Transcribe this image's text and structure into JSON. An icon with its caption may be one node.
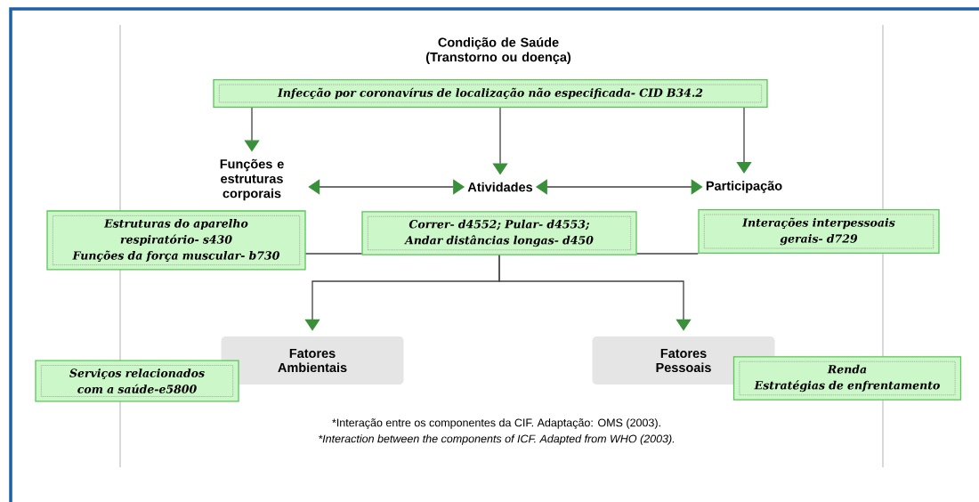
{
  "diagram": {
    "nodes": [
      {
        "text": [
          "Condição de Saúde (Transtorno ou doença)"
        ]
      },
      {
        "text": [
          "Infecção por coronavírus de localização não especificada- CID B34.2"
        ]
      },
      {
        "text": [
          "Funções e estruturas corporais"
        ]
      },
      {
        "text": [
          "Atividades"
        ]
      },
      {
        "text": [
          "Participação"
        ]
      },
      {
        "text": [
          "Estruturas do aparelho respiratório- s430",
          "Funções da força muscular- b730"
        ]
      },
      {
        "text": [
          "Correr- d4552; Pular- d4553; Andar distâncias longas- d450"
        ]
      },
      {
        "text": [
          "Interações interpessoais gerais- d729"
        ]
      },
      {
        "text": [
          "Fatores Ambientais"
        ]
      },
      {
        "text": [
          "Fatores Pessoais"
        ]
      },
      {
        "text": [
          "Serviços relacionados com a saúde-e5800"
        ]
      },
      {
        "text": [
          "Renda",
          "Estratégias de enfrentamento"
        ]
      }
    ],
    "edges": [
      {
        "from": 1,
        "to": 2,
        "arrow": "to"
      },
      {
        "from": 1,
        "to": 3,
        "arrow": "to"
      },
      {
        "from": 1,
        "to": 4,
        "arrow": "to"
      },
      {
        "from": 2,
        "to": 3,
        "arrow": "both"
      },
      {
        "from": 3,
        "to": 4,
        "arrow": "both"
      },
      {
        "from": 6,
        "to": 5,
        "arrow": "none"
      },
      {
        "from": 6,
        "to": 7,
        "arrow": "none"
      },
      {
        "from": 6,
        "to": 8,
        "arrow": "to"
      },
      {
        "from": 6,
        "to": 9,
        "arrow": "to"
      }
    ],
    "labels": [
      "*Interação entre os componentes da CIF. Adaptação: OMS (2003).",
      "*Interaction between the components of ICF. Adapted from WHO (2003)."
    ]
  }
}
